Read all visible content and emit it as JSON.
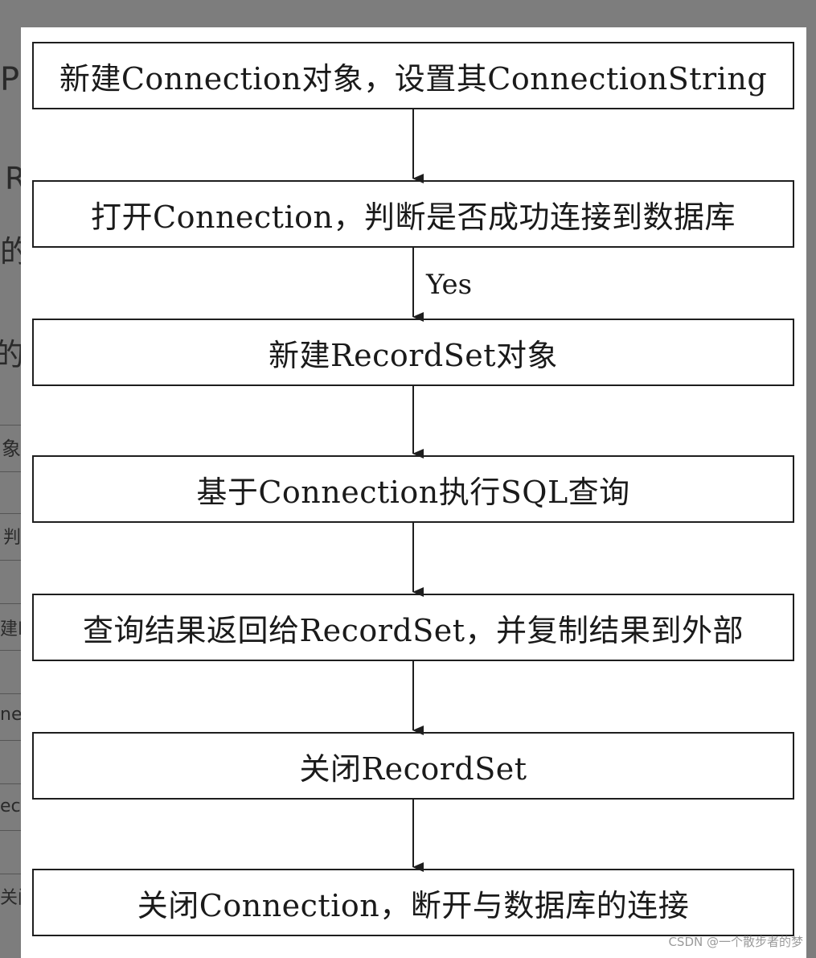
{
  "background_fragments": [
    "P",
    "R",
    "的",
    "的数",
    "象",
    "判",
    "建R",
    "nec",
    "ec",
    "关闭"
  ],
  "flowchart": {
    "steps": [
      {
        "id": "step-create-connection",
        "label": "新建Connection对象，设置其ConnectionString"
      },
      {
        "id": "step-open-connection",
        "label": "打开Connection，判断是否成功连接到数据库"
      },
      {
        "id": "step-create-recordset",
        "label": "新建RecordSet对象"
      },
      {
        "id": "step-execute-sql",
        "label": "基于Connection执行SQL查询"
      },
      {
        "id": "step-return-results",
        "label": "查询结果返回给RecordSet，并复制结果到外部"
      },
      {
        "id": "step-close-recordset",
        "label": "关闭RecordSet"
      },
      {
        "id": "step-close-connection",
        "label": "关闭Connection，断开与数据库的连接"
      }
    ],
    "branch_label": "Yes"
  },
  "watermark": "CSDN @一个散步者的梦",
  "colors": {
    "backdrop": "#7d7d7d",
    "paper": "#ffffff",
    "stroke": "#1e1e1e",
    "text": "#1a1a1a"
  }
}
